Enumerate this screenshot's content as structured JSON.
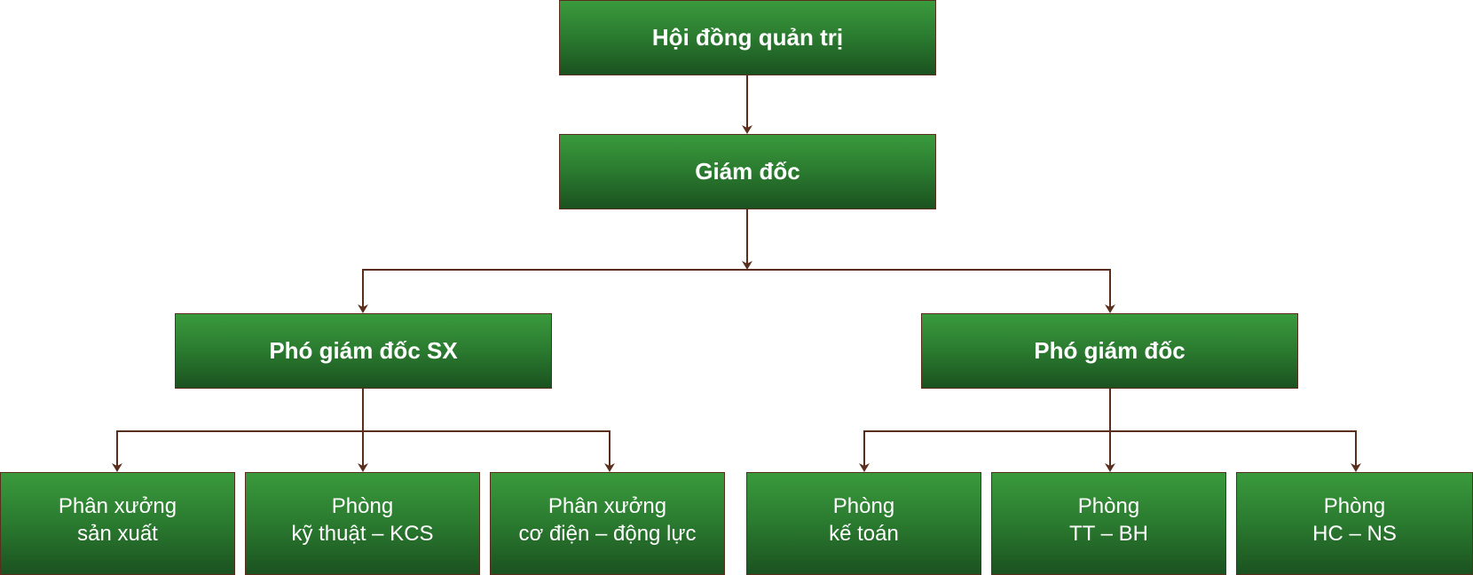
{
  "nodes": {
    "board": "Hội đồng quản trị",
    "director": "Giám đốc",
    "vp_production": "Phó giám đốc SX",
    "vp": "Phó giám đốc",
    "production_workshop": [
      "Phân xưởng",
      "sản xuất"
    ],
    "technical_qc_dept": [
      "Phòng",
      "kỹ thuật – KCS"
    ],
    "electromechanical_workshop": [
      "Phân xưởng",
      "cơ điện – động lực"
    ],
    "accounting_dept": [
      "Phòng",
      "kế toán"
    ],
    "sales_dept": [
      "Phòng",
      "TT – BH"
    ],
    "hr_admin_dept": [
      "Phòng",
      "HC – NS"
    ]
  },
  "colors": {
    "box_top": "#3a9a3c",
    "box_bottom": "#1b5220",
    "connector": "#5a2e1c",
    "text": "#ffffff"
  }
}
